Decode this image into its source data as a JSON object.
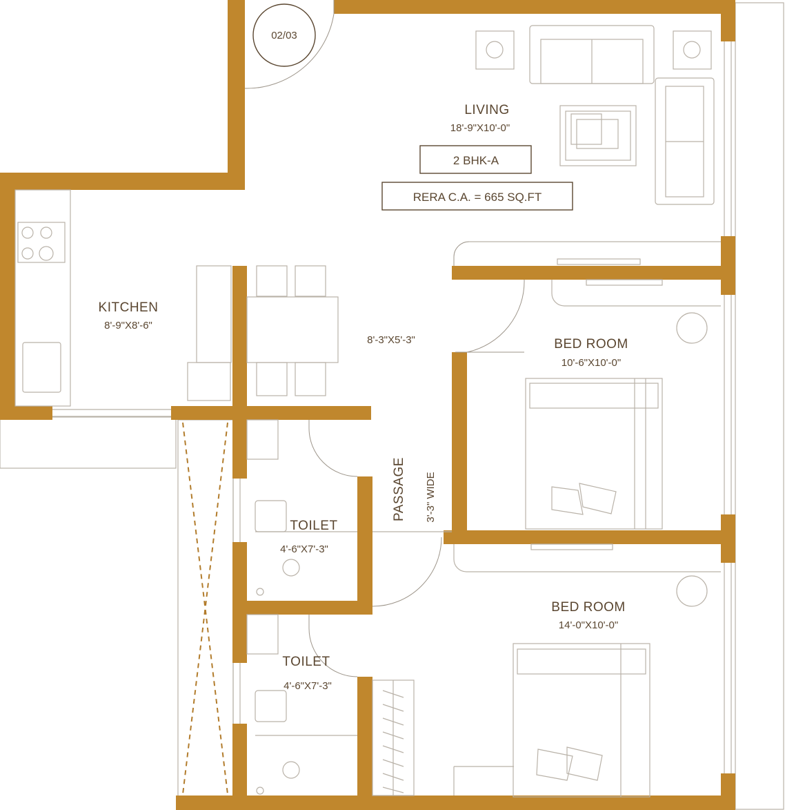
{
  "flat_no": "02/03",
  "rooms": {
    "living": {
      "name": "LIVING",
      "dims": "18'-9\"X10'-0\""
    },
    "kitchen": {
      "name": "KITCHEN",
      "dims": "8'-9\"X8'-6\""
    },
    "dining": {
      "dims": "8'-3\"X5'-3\""
    },
    "bedroom1": {
      "name": "BED ROOM",
      "dims": "10'-6\"X10'-0\""
    },
    "bedroom2": {
      "name": "BED ROOM",
      "dims": "14'-0\"X10'-0\""
    },
    "toilet1": {
      "name": "TOILET",
      "dims": "4'-6\"X7'-3\""
    },
    "toilet2": {
      "name": "TOILET",
      "dims": "4'-6\"X7'-3\""
    },
    "passage": {
      "name": "PASSAGE",
      "dims": "3'-3\" WIDE"
    }
  },
  "unit_type": "2 BHK-A",
  "carpet_area": "RERA C.A. = 665 SQ.FT",
  "colors": {
    "wall": "#c0872d",
    "text": "#5a4630",
    "furniture": "#b9b2a8"
  }
}
